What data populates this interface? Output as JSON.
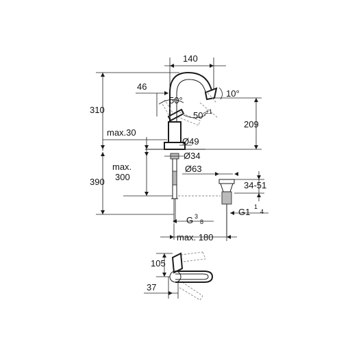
{
  "dimensions": {
    "spout_reach": "140",
    "angle_top": "10°",
    "lever_offset": "46",
    "lever_angle_up": "50°",
    "lever_angle_down": "50°",
    "lever_angle_down_sup": "±1",
    "total_height_upper": "310",
    "spout_height": "209",
    "deck_max": "max.30",
    "base_dia": "Ø49",
    "shank_dia": "Ø34",
    "waste_dia": "Ø63",
    "below_deck": "390",
    "max_label": "max.",
    "max_300": "300",
    "waste_range": "34-51",
    "thread_g1": "G1",
    "thread_g1_num": "1",
    "thread_g1_den": "4",
    "thread_g38": "G",
    "thread_g38_num": "3",
    "thread_g38_den": "8",
    "max_180": "max. 180",
    "top_view_depth": "105",
    "top_view_offset": "37"
  }
}
